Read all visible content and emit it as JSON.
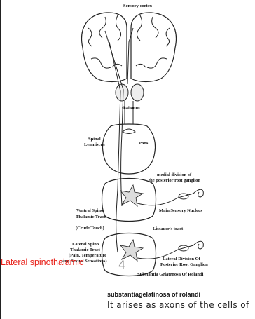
{
  "diagram": {
    "labels": {
      "sensory_cortex": "Sensory cortex",
      "thalamus": "thalamus",
      "spinal_lemniscus_1": "Spinal",
      "spinal_lemniscus_2": "Lemniscus",
      "pons": "Pons",
      "medial_division_1": "medial division of",
      "medial_division_2": "the posterior root ganglion",
      "ventral_tract_1": "Ventral Spino",
      "ventral_tract_2": "Thalamic Tract",
      "main_sensory_nucleus": "Main Sensory Nucleus",
      "crude_touch": "(Crude Touch)",
      "lissauer": "Lissauer's tract",
      "lateral_tract_1": "Lateral Spino",
      "lateral_tract_2": "Thalamic Tract",
      "lateral_tract_3": "(Pain, Temperature",
      "lateral_tract_4": "and Sexual Sensations)",
      "lateral_division_1": "Lateral Division Of",
      "lateral_division_2": "Posterior Root Ganglion",
      "substantia_rolandi": "Substantia Gelatenosa Of Rolandi"
    },
    "overlay_red_label": "Lateral spinothalamic",
    "overlay_number": "4"
  },
  "caption": {
    "heading": "substantiagelatinosa of rolandi",
    "body": "It arises as axons of the cells of"
  }
}
